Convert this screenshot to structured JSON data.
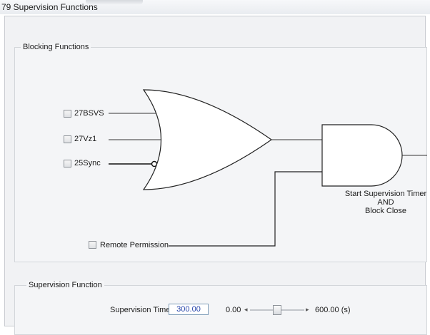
{
  "window": {
    "title": "79 Supervision Functions"
  },
  "blocking": {
    "legend": "Blocking Functions",
    "inputs": [
      {
        "label": "27BSVS",
        "checked": false
      },
      {
        "label": "27Vz1",
        "checked": false
      },
      {
        "label": "25Sync",
        "checked": false
      }
    ],
    "remote_permission": {
      "label": "Remote Permission",
      "checked": false
    },
    "and_output": [
      "Start Supervision Timer",
      "AND",
      "Block Close"
    ]
  },
  "supervision": {
    "legend": "Supervision Function",
    "time_label": "Supervision Time",
    "time_value": "300.00",
    "slider_min": "0.00",
    "slider_max": "600.00 (s)",
    "slider_fraction": 0.5
  }
}
